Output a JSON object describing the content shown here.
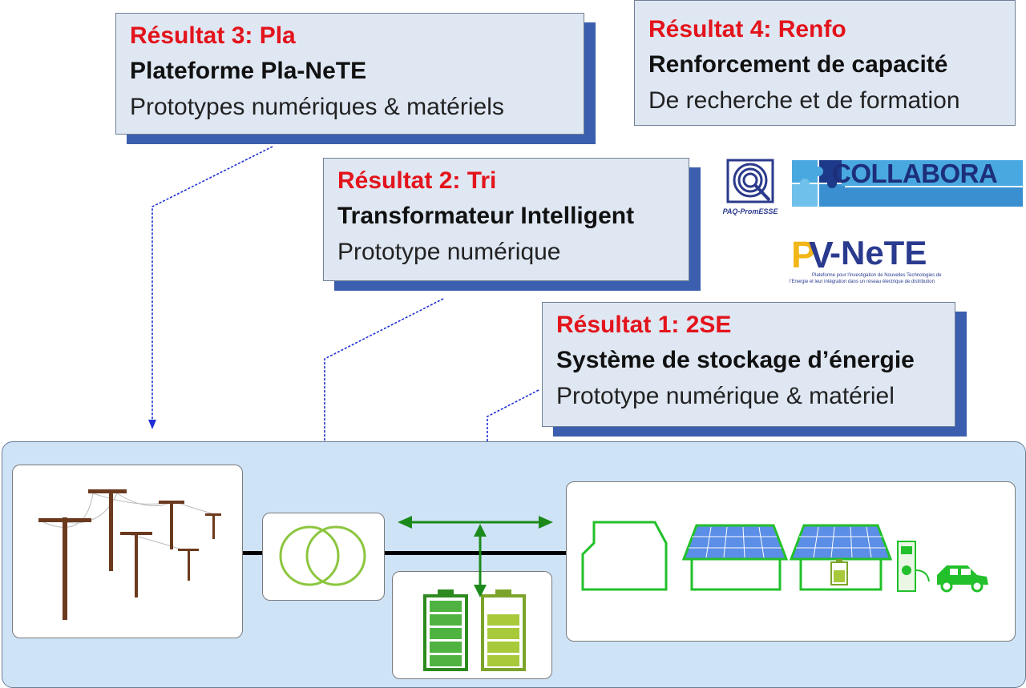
{
  "callouts": {
    "r3": {
      "title": "Résultat 3: Pla",
      "name": "Plateforme Pla-NeTE",
      "desc": "Prototypes numériques & matériels"
    },
    "r4": {
      "title": "Résultat 4: Renfo",
      "name": "Renforcement de capacité",
      "desc": "De recherche et de formation"
    },
    "r2": {
      "title": "Résultat 2: Tri",
      "name": "Transformateur Intelligent",
      "desc": "Prototype numérique"
    },
    "r1": {
      "title": "Résultat 1: 2SE",
      "name": "Système de stockage d’énergie",
      "desc": "Prototype numérique & matériel"
    }
  },
  "logos": {
    "paq": "PAQ-PromESSE",
    "collabora": "COLLABORA",
    "planete": "-NeTE",
    "planete_sub1": "Plateforme pour l'investigation de Nouvelles Technologies de",
    "planete_sub2": "l'Energie et leur intégration dans un réseau électrique de distribution"
  },
  "colors": {
    "result_title": "#e3141b",
    "callout_bg": "#dfe7f3",
    "callout_shadow": "#3b5fae",
    "panel_bg": "#cfe3f7",
    "green": "#3fa535",
    "arrow_blue": "#1e2fd6",
    "arrow_green": "#1b8a1b"
  }
}
